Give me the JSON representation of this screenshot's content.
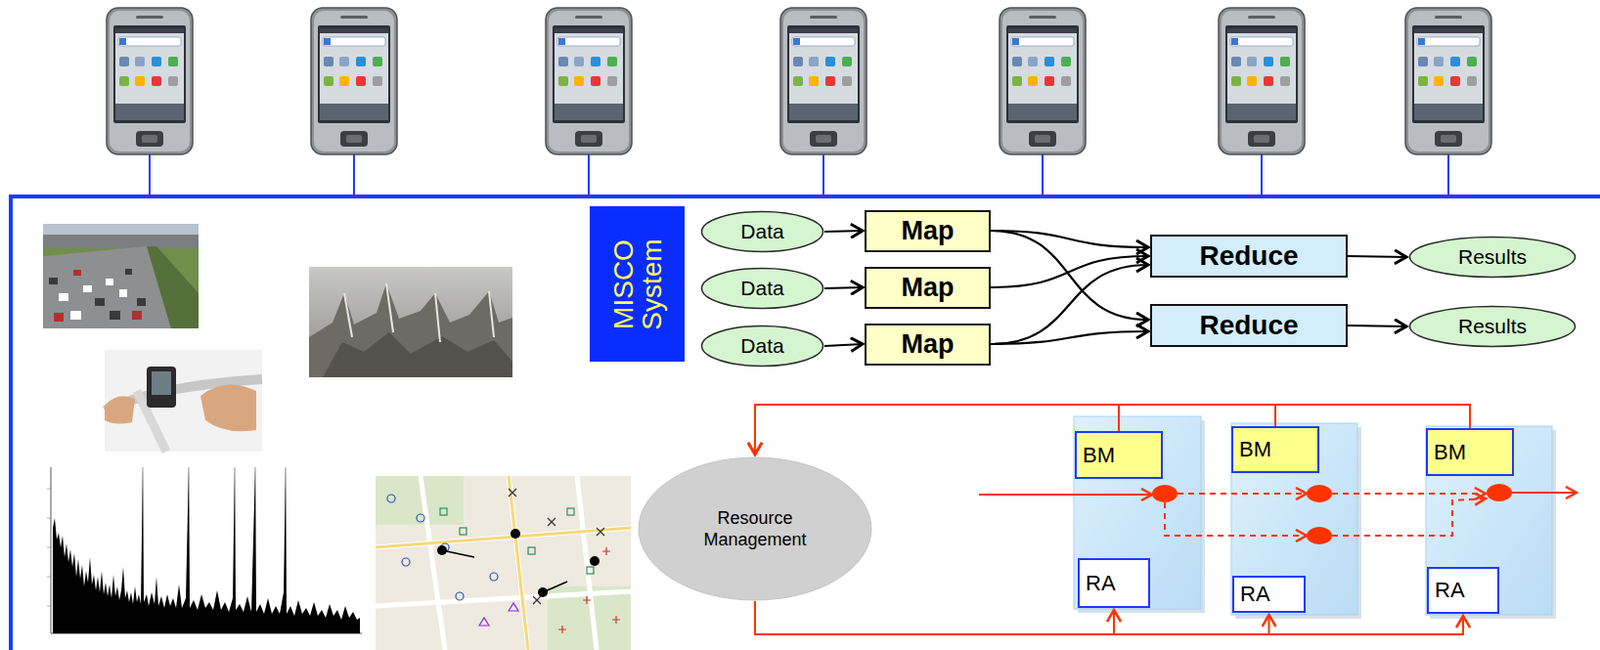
{
  "diagram": {
    "nodes": [
      {
        "text": [
          "MISCO System"
        ]
      },
      {
        "text": [
          "Data"
        ]
      },
      {
        "text": [
          "Map"
        ]
      },
      {
        "text": [
          "Data"
        ]
      },
      {
        "text": [
          "Map"
        ]
      },
      {
        "text": [
          "Data"
        ]
      },
      {
        "text": [
          "Map"
        ]
      },
      {
        "text": [
          "Reduce"
        ]
      },
      {
        "text": [
          "Reduce"
        ]
      },
      {
        "text": [
          "Results"
        ]
      },
      {
        "text": [
          "Results"
        ]
      },
      {
        "text": [
          "Resource Management"
        ]
      },
      {
        "text": [
          "BM"
        ]
      },
      {
        "text": [
          "BM"
        ]
      },
      {
        "text": [
          "BM"
        ]
      },
      {
        "text": [
          "RA"
        ]
      },
      {
        "text": [
          "RA"
        ]
      },
      {
        "text": [
          "RA"
        ]
      }
    ],
    "edges": [
      {
        "from": 1,
        "to": 2,
        "arrow": "to"
      },
      {
        "from": 3,
        "to": 4,
        "arrow": "to"
      },
      {
        "from": 5,
        "to": 6,
        "arrow": "to"
      },
      {
        "from": 2,
        "to": 7,
        "arrow": "to"
      },
      {
        "from": 2,
        "to": 8,
        "arrow": "to"
      },
      {
        "from": 4,
        "to": 7,
        "arrow": "to"
      },
      {
        "from": 6,
        "to": 7,
        "arrow": "to"
      },
      {
        "from": 6,
        "to": 8,
        "arrow": "to"
      },
      {
        "from": 7,
        "to": 9,
        "arrow": "to"
      },
      {
        "from": 8,
        "to": 10,
        "arrow": "to"
      },
      {
        "from": 12,
        "to": 11,
        "arrow": "to"
      },
      {
        "from": 13,
        "to": 11,
        "arrow": "to"
      },
      {
        "from": 14,
        "to": 11,
        "arrow": "to"
      },
      {
        "from": 11,
        "to": 15,
        "arrow": "to"
      },
      {
        "from": 11,
        "to": 16,
        "arrow": "to"
      },
      {
        "from": 11,
        "to": 17,
        "arrow": "to"
      }
    ]
  }
}
